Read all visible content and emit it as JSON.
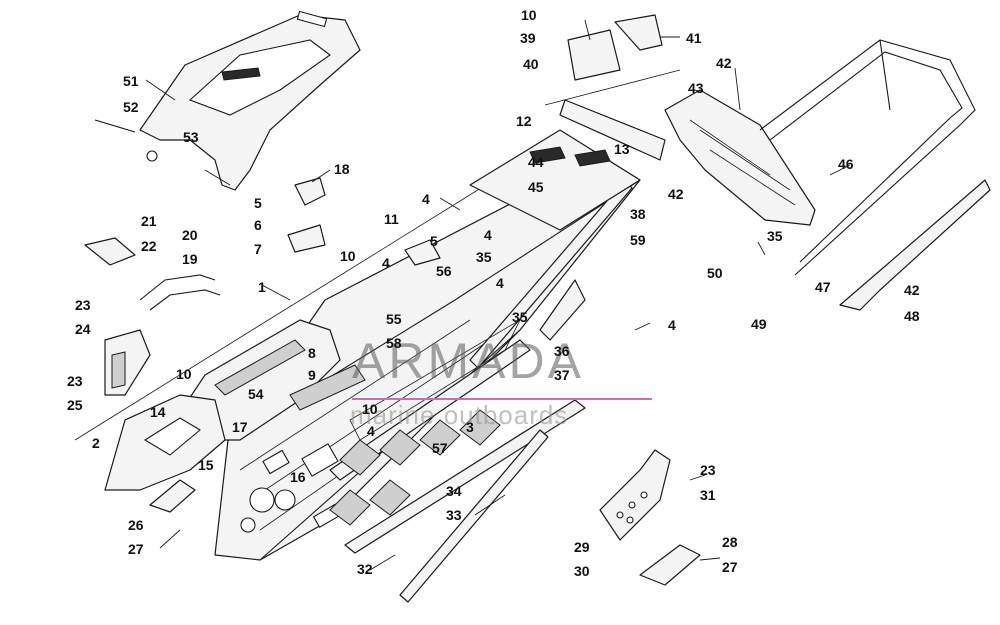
{
  "watermark": {
    "brand": "ARMADA",
    "tagline": "marine outboards",
    "accent_color": "#d66ab0"
  },
  "callouts": [
    "1",
    "2",
    "3",
    "4",
    "4",
    "4",
    "4",
    "4",
    "4",
    "5",
    "5",
    "6",
    "7",
    "8",
    "9",
    "10",
    "10",
    "10",
    "10",
    "11",
    "12",
    "13",
    "14",
    "15",
    "16",
    "17",
    "18",
    "19",
    "20",
    "21",
    "22",
    "23",
    "23",
    "23",
    "24",
    "25",
    "26",
    "27",
    "27",
    "28",
    "29",
    "30",
    "31",
    "32",
    "33",
    "34",
    "35",
    "35",
    "35",
    "36",
    "37",
    "38",
    "39",
    "40",
    "41",
    "42",
    "42",
    "42",
    "43",
    "44",
    "45",
    "46",
    "47",
    "48",
    "49",
    "50",
    "51",
    "52",
    "53",
    "54",
    "55",
    "56",
    "57",
    "58",
    "59"
  ]
}
